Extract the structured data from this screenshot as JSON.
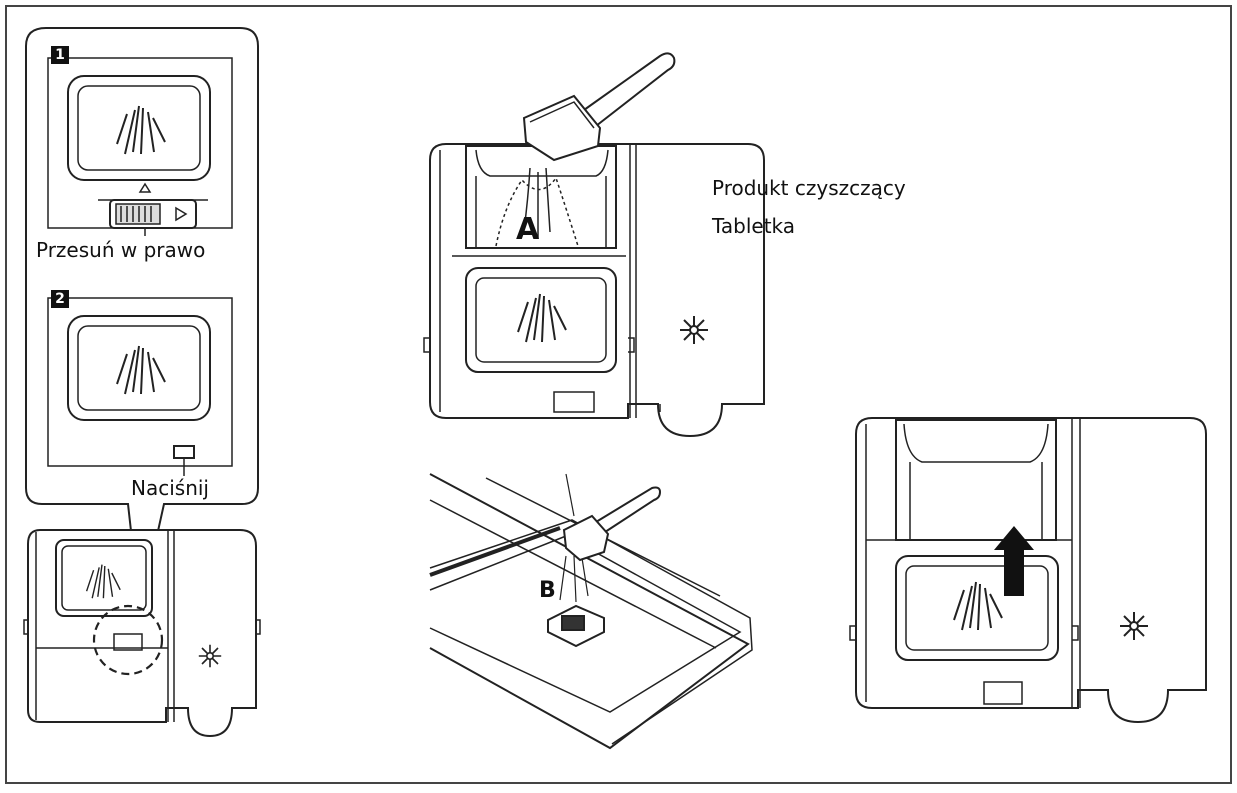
{
  "labels": {
    "cleaning_product": "Produkt czyszczący",
    "tablet": "Tabletka",
    "slide_right": "Przesuń w prawo",
    "press": "Naciśnij"
  },
  "steps": {
    "one": "1",
    "two": "2"
  },
  "markers": {
    "a": "A",
    "b": "B"
  },
  "colors": {
    "line": "#222222",
    "background": "#ffffff",
    "step_fill": "#111111"
  },
  "icons": [
    "spray-arms-icon",
    "sparkle-icon",
    "arrow-up-icon",
    "measuring-scoop-icon"
  ]
}
